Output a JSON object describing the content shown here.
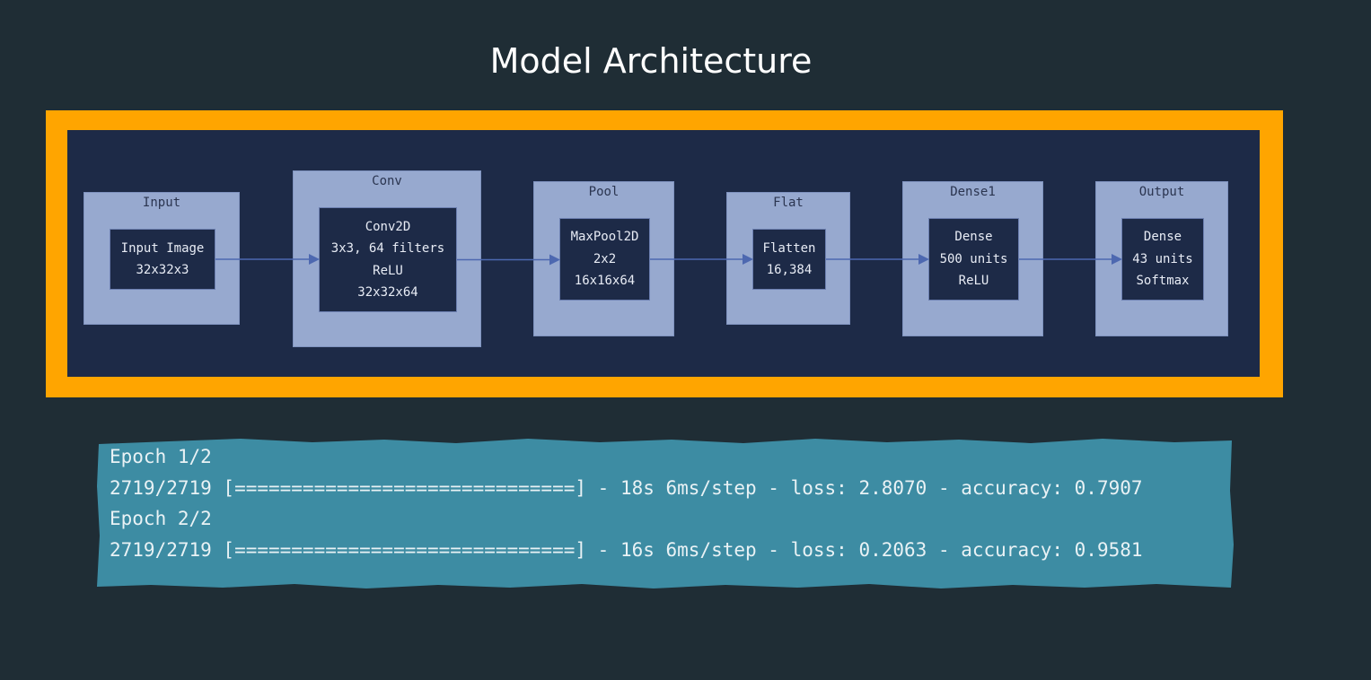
{
  "title": "Model Architecture",
  "colors": {
    "background": "#1f2d35",
    "frame": "#ffa500",
    "diagram_background": "#1d2a47",
    "cluster_fill": "#97a9cf",
    "node_fill": "#1d2a47",
    "arrow": "#4d68b0",
    "console_fill": "#3d8ca3",
    "console_text": "#e9f2f5"
  },
  "diagram": {
    "clusters": [
      {
        "label": "Input",
        "node_lines": [
          "Input Image",
          "32x32x3"
        ]
      },
      {
        "label": "Conv",
        "node_lines": [
          "Conv2D",
          "3x3, 64 filters",
          "ReLU",
          "32x32x64"
        ]
      },
      {
        "label": "Pool",
        "node_lines": [
          "MaxPool2D",
          "2x2",
          "16x16x64"
        ]
      },
      {
        "label": "Flat",
        "node_lines": [
          "Flatten",
          "16,384"
        ]
      },
      {
        "label": "Dense1",
        "node_lines": [
          "Dense",
          "500 units",
          "ReLU"
        ]
      },
      {
        "label": "Output",
        "node_lines": [
          "Dense",
          "43 units",
          "Softmax"
        ]
      }
    ]
  },
  "console": {
    "lines": [
      "Epoch 1/2",
      "2719/2719 [==============================] - 18s 6ms/step - loss: 2.8070 - accuracy: 0.7907",
      "Epoch 2/2",
      "2719/2719 [==============================] - 16s 6ms/step - loss: 0.2063 - accuracy: 0.9581"
    ]
  }
}
